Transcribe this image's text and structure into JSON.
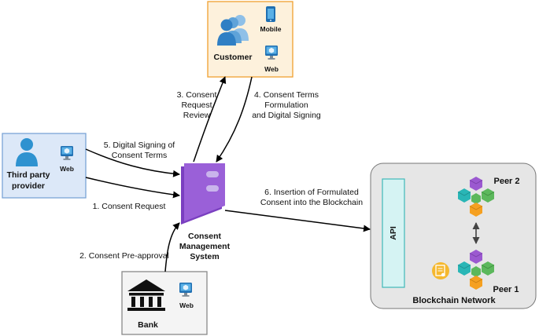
{
  "nodes": {
    "customer": {
      "label": "Customer",
      "mobile_label": "Mobile",
      "web_label": "Web"
    },
    "third_party": {
      "label_line1": "Third party",
      "label_line2": "provider",
      "web_label": "Web"
    },
    "cms": {
      "label_line1": "Consent",
      "label_line2": "Management",
      "label_line3": "System"
    },
    "bank": {
      "label": "Bank",
      "web_label": "Web"
    },
    "blockchain": {
      "label": "Blockchain Network",
      "api_label": "API",
      "peer1_label": "Peer 1",
      "peer2_label": "Peer 2"
    }
  },
  "edges": {
    "step1": "1. Consent Request",
    "step2": "2. Consent Pre-approval",
    "step3": [
      "3. Consent",
      "Request",
      "Review"
    ],
    "step4": [
      "4. Consent Terms",
      "Formulation",
      "and Digital Signing"
    ],
    "step5": [
      "5. Digital Signing of",
      "Consent Terms"
    ],
    "step6": [
      "6. Insertion of Formulated",
      "Consent into the Blockchain"
    ]
  },
  "colors": {
    "customer_fill": "#fdf1dc",
    "customer_stroke": "#f0a030",
    "third_party_fill": "#dce8f8",
    "third_party_stroke": "#7ba3d6",
    "bank_fill": "#f4f4f4",
    "bank_stroke": "#888888",
    "blockchain_fill": "#e6e6e6",
    "api_fill": "#d5f3f3",
    "api_stroke": "#3fb8b8",
    "cms_purple": "#7a3fc0",
    "cube_purple": "#9b59d0",
    "cube_green": "#5cb85c",
    "cube_teal": "#29b6b6",
    "cube_orange": "#f5a020",
    "badge_yellow": "#f5b82e"
  },
  "icons": [
    "user-group-icon",
    "mobile-icon",
    "web-monitor-icon",
    "person-icon",
    "server-icon",
    "bank-icon",
    "cube-cluster-icon",
    "certificate-icon"
  ]
}
